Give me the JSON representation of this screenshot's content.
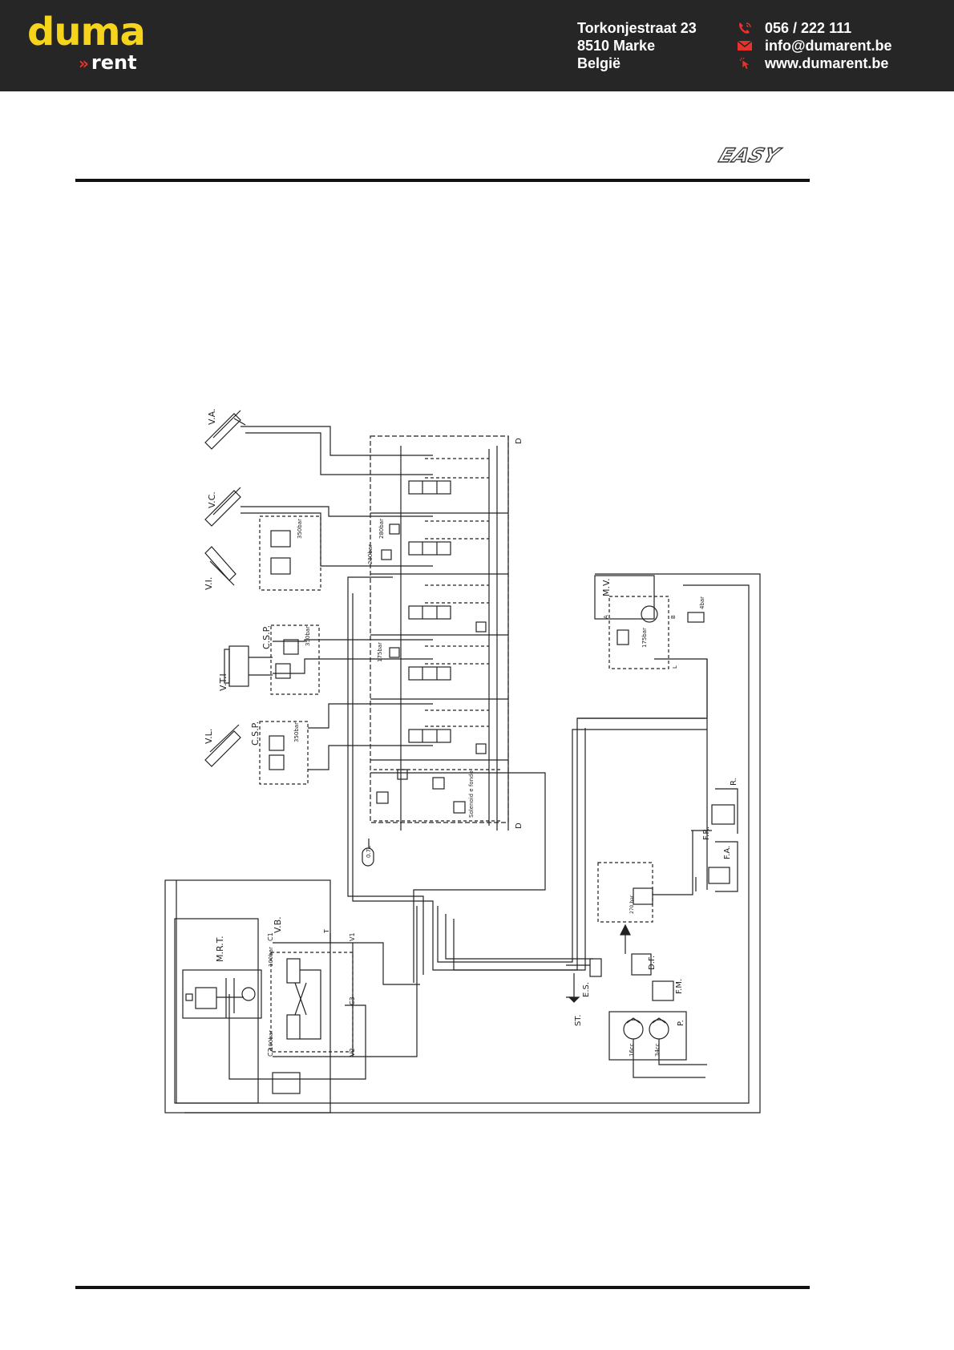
{
  "header": {
    "brand": {
      "name": "duma",
      "sub": "rent",
      "chevron": "»"
    },
    "address": [
      "Torkonjestraat 23",
      "8510 Marke",
      "België"
    ],
    "contact": [
      {
        "icon": "phone-icon",
        "text": "056 / 222 111"
      },
      {
        "icon": "mail-icon",
        "text": "info@dumarent.be"
      },
      {
        "icon": "cursor-icon",
        "text": "www.dumarent.be"
      }
    ]
  },
  "product_logo": "EASY",
  "colors": {
    "header_bg": "#262626",
    "brand_yellow": "#f6d41c",
    "brand_red": "#e8322b"
  },
  "diagram": {
    "labels": {
      "va": "V.A.",
      "vc": "V.C.",
      "vi": "V.I.",
      "csp1": "C.S.P.",
      "vti": "V.T.I",
      "csp2": "C.S.P.",
      "vl": "V.L.",
      "mv": "M.V.",
      "mrt": "M.R.T.",
      "vb": "V.B.",
      "es": "E.S.",
      "st": "ST.",
      "df": "D.F.",
      "fm": "F.M.",
      "p": "P.",
      "fr": "F.R.",
      "r": "R.",
      "fa": "F.A.",
      "d_top": "D",
      "d_bottom": "D",
      "c1": "C1",
      "c2": "C2",
      "c3": "C3",
      "v1": "V1",
      "v2": "V2",
      "t": "T",
      "a": "A",
      "b": "B",
      "l": "L",
      "accumulator": "0.7L",
      "solenoid": "Solenoid e fondo"
    },
    "pressures": {
      "p350a": "350bar",
      "p280": "280bar",
      "p230": "230bar",
      "p350b": "350bar",
      "p175a": "175bar",
      "p350c": "350bar",
      "p175b": "175bar",
      "p4": "4bar",
      "p270": "270 bar",
      "p100a": "100bar",
      "p100b": "100bar",
      "pump1": "16cc",
      "pump2": "34cc"
    }
  }
}
